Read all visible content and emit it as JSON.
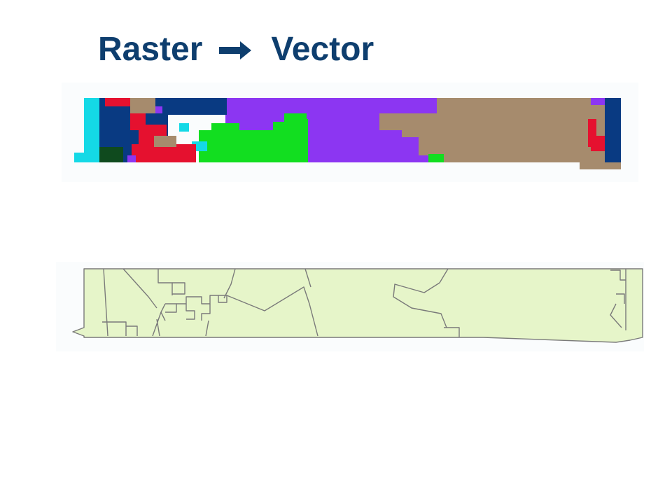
{
  "slide": {
    "title_left": "Raster",
    "title_right": "Vector",
    "arrow_icon": "right-arrow-icon"
  },
  "colors": {
    "title": "#0e3e6e",
    "raster_cyan": "#14d9e6",
    "raster_navy": "#093a82",
    "raster_red": "#e5112f",
    "raster_tan": "#a68b6d",
    "raster_purple": "#8c36f2",
    "raster_green": "#12de20",
    "raster_darkgreen": "#0f4a1e",
    "vector_fill": "#e6f5c9",
    "vector_stroke": "#7a7a7a"
  },
  "raster": {
    "label": "",
    "zone_order": [
      "cyan",
      "navy",
      "red",
      "tan",
      "purple",
      "green",
      "darkgreen"
    ]
  },
  "vector": {
    "label": "",
    "polygon_type": "land-parcel-boundaries"
  }
}
